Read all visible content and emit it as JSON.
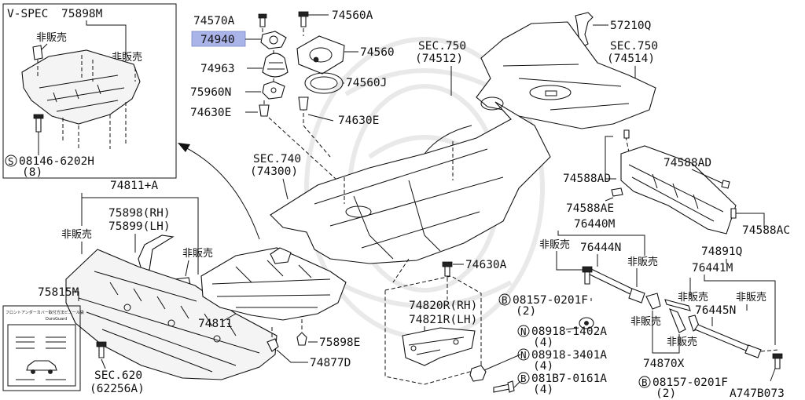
{
  "diagram_id": "A747B073",
  "vspec_box": {
    "title": "V-SPEC",
    "part": "75898M",
    "not_for_sale_1": "非販売",
    "not_for_sale_2": "非販売",
    "bolt_prefix": "S",
    "bolt_number": "08146-6202H",
    "bolt_qty": "(8)"
  },
  "label_box": {
    "caption": "フロントアンダーカバー取付方法ビニール袋",
    "sub": "DuroGuard"
  },
  "parts": {
    "p74570A": "74570A",
    "p74940": "74940",
    "p74963": "74963",
    "p75960N": "75960N",
    "p74630E_left": "74630E",
    "p74560A": "74560A",
    "p74560": "74560",
    "p74560J": "74560J",
    "p74630E_right": "74630E",
    "p57210Q": "57210Q",
    "sec750a": "SEC.750",
    "sec750a_sub": "(74512)",
    "sec750b": "SEC.750",
    "sec750b_sub": "(74514)",
    "sec740": "SEC.740",
    "sec740_sub": "(74300)",
    "p74811A": "74811+A",
    "p75898RH": "75898(RH)",
    "p75899LH": "75899(LH)",
    "nfs_left": "非販売",
    "nfs_mid": "非販売",
    "p75815M": "75815M",
    "p74811": "74811",
    "sec620": "SEC.620",
    "sec620_sub": "(62256A)",
    "p75898E": "75898E",
    "p74877D": "74877D",
    "p74630A": "74630A",
    "p74588AD_l": "74588AD",
    "p74588AD_r": "74588AD",
    "p74588AE": "74588AE",
    "p74588AC": "74588AC",
    "p76440M": "76440M",
    "nfs_76440": "非販売",
    "p76444N": "76444N",
    "nfs_76444": "非販売",
    "p74891Q": "74891Q",
    "p76441M": "76441M",
    "nfs_76441a": "非販売",
    "nfs_76441b": "非販売",
    "p76445N": "76445N",
    "nfs_74870a": "非販売",
    "nfs_74870b": "非販売",
    "p74870X": "74870X",
    "p74820R": "74820R(RH)",
    "p74821R": "74821R(LH)",
    "b08157_a_prefix": "B",
    "b08157_a": "08157-0201F",
    "b08157_a_qty": "(2)",
    "n08918_1402_prefix": "N",
    "n08918_1402": "08918-1402A",
    "n08918_1402_qty": "(4)",
    "n08918_3401_prefix": "N",
    "n08918_3401": "08918-3401A",
    "n08918_3401_qty": "(4)",
    "b081B7_prefix": "B",
    "b081B7": "081B7-0161A",
    "b081B7_qty": "(4)",
    "b08157_b_prefix": "B",
    "b08157_b": "08157-0201F",
    "b08157_b_qty": "(2)"
  },
  "highlight_color": "#aab4e8"
}
